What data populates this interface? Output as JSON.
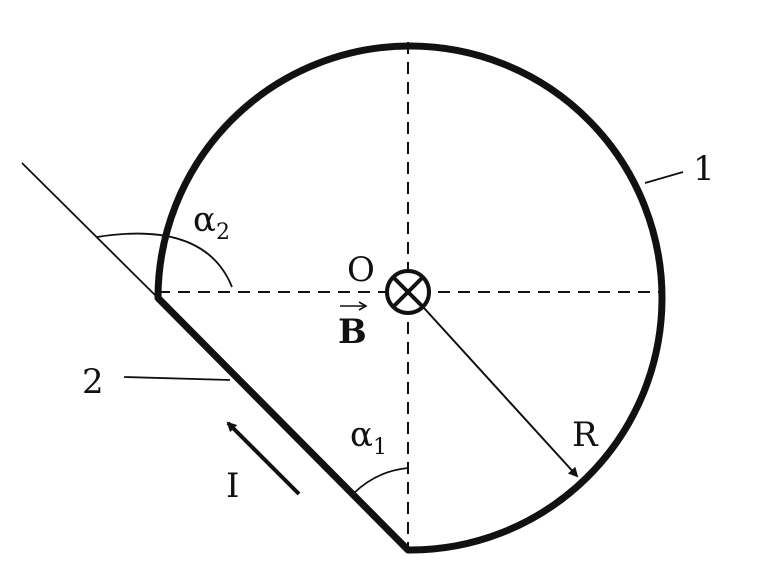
{
  "labels": {
    "center": "O",
    "field_vector": "B",
    "radius": "R",
    "current": "I",
    "wire_circle": "1",
    "wire_straight": "2",
    "alpha_symbol": "α",
    "alpha1_index": "1",
    "alpha2_index": "2"
  },
  "colors": {
    "ink": "#111111",
    "background": "#ffffff"
  },
  "icons": {
    "field_into_page": "circle-cross-icon"
  }
}
